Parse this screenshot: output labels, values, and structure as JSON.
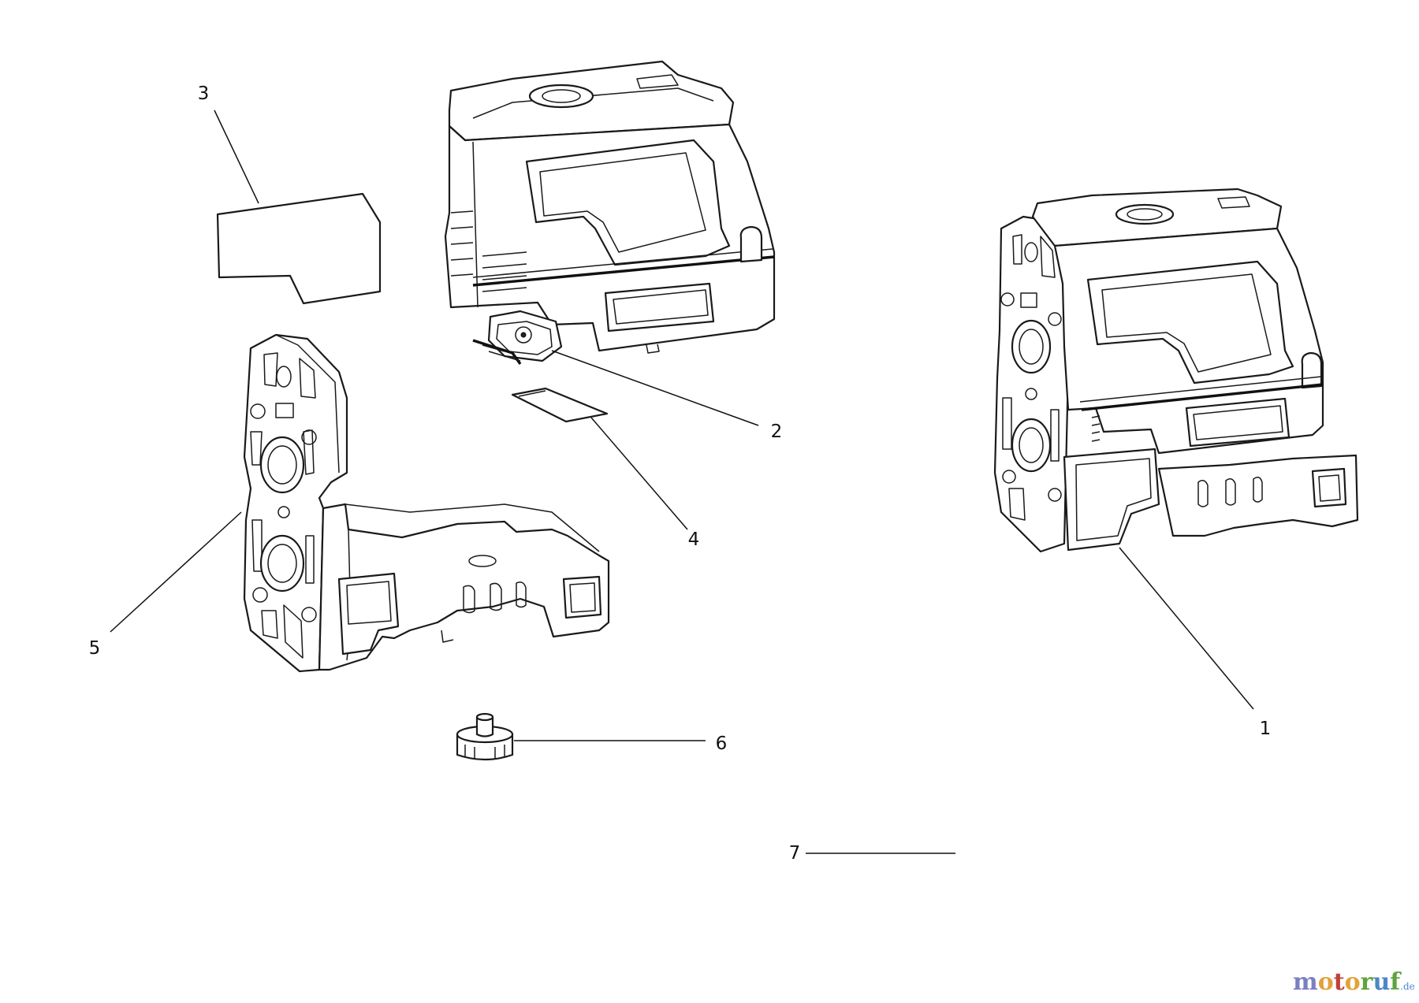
{
  "callouts": [
    {
      "id": "1",
      "label": "1"
    },
    {
      "id": "2",
      "label": "2"
    },
    {
      "id": "3",
      "label": "3"
    },
    {
      "id": "4",
      "label": "4"
    },
    {
      "id": "5",
      "label": "5"
    },
    {
      "id": "6",
      "label": "6"
    },
    {
      "id": "7",
      "label": "7"
    }
  ],
  "watermark": {
    "brand": "motoruf",
    "tld": ".de",
    "colors": {
      "m": "#7a7fc0",
      "o1": "#e2a23a",
      "t": "#c0413a",
      "o2": "#e2a23a",
      "r": "#5fa33e",
      "u": "#4f86c6",
      "f": "#5fa33e"
    }
  }
}
